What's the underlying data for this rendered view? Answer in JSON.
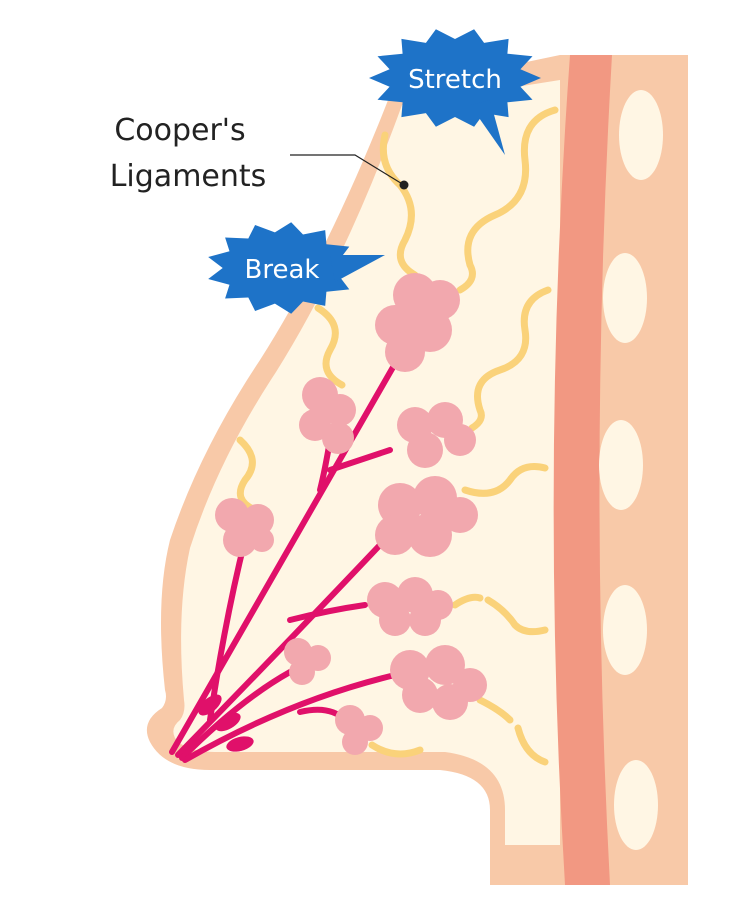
{
  "labels": {
    "ligament_line1": "Cooper's",
    "ligament_line2": "Ligaments",
    "stretch": "Stretch",
    "break": "Break"
  },
  "colors": {
    "skin": "#f8c9a8",
    "skin_dark": "#f29882",
    "fat": "#fff6e4",
    "ligament": "#fad27a",
    "lobule": "#f2a8ae",
    "duct": "#e0106a",
    "badge": "#1e73c8",
    "badge_text": "#ffffff",
    "rib": "#fff6e4",
    "leader": "#222222"
  },
  "icons": {
    "stretch_badge": "starburst-speech-bubble",
    "break_badge": "starburst-speech-bubble"
  }
}
